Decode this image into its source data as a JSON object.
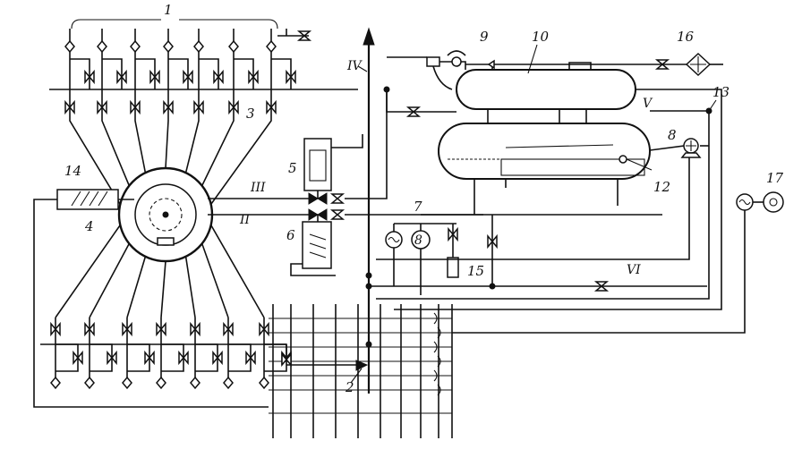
{
  "labels": {
    "l1": "1",
    "l2": "2",
    "l3": "3",
    "l4": "4",
    "l5": "5",
    "l6": "6",
    "l7": "7",
    "l8": "8",
    "l9": "9",
    "l10": "10",
    "l12": "12",
    "l13": "13",
    "l14": "14",
    "l15": "15",
    "l16": "16",
    "l17": "17",
    "rII": "II",
    "rIII": "III",
    "rIV": "IV",
    "rV": "V",
    "rVI": "VI"
  }
}
